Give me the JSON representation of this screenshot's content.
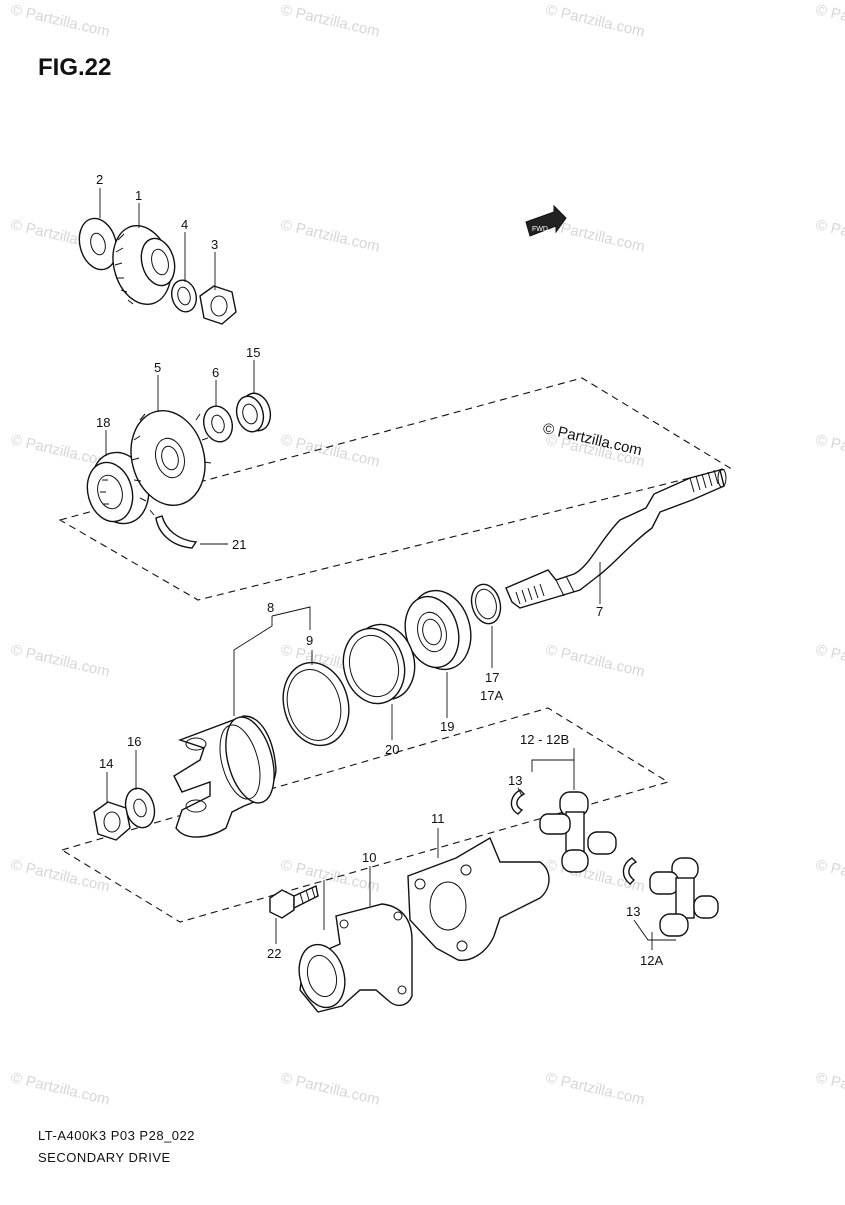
{
  "figure": {
    "title": "FIG.22",
    "model_code": "LT-A400K3 P03 P28_022",
    "section_name": "SECONDARY DRIVE",
    "copyright": "© Partzilla.com",
    "watermark": "© Partzilla.com",
    "fwd_badge": "FWD"
  },
  "callouts": [
    "2",
    "1",
    "4",
    "3",
    "5",
    "6",
    "15",
    "18",
    "21",
    "7",
    "8",
    "9",
    "20",
    "19",
    "17",
    "17A",
    "16",
    "14",
    "12 - 12B",
    "13",
    "11",
    "10",
    "22",
    "13",
    "12A"
  ]
}
